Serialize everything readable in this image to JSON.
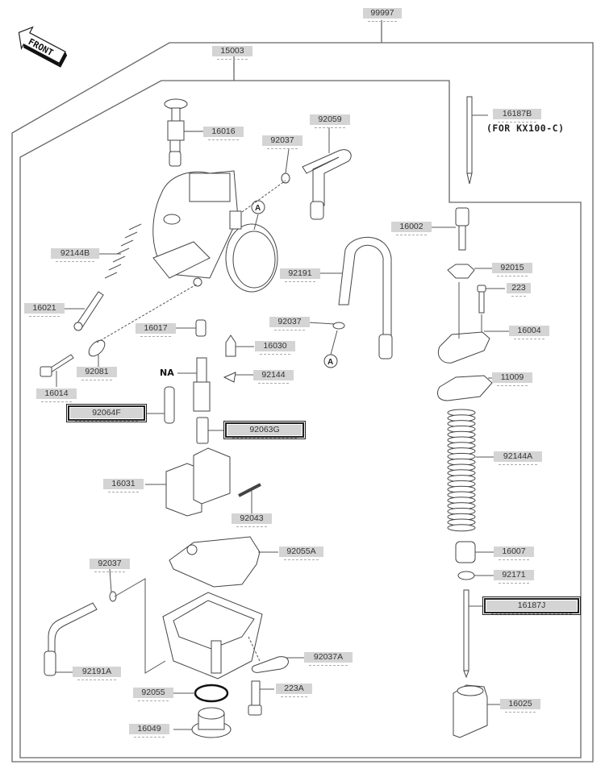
{
  "diagram": {
    "title": "Carburetor parts diagram",
    "front_marker": "FRONT",
    "frames": [
      {
        "id": "outer",
        "label": "99997"
      },
      {
        "id": "inner",
        "label": "15003"
      }
    ],
    "notes": {
      "kx100": "(FOR KX100-C)",
      "na": "NA",
      "ref_a": "A"
    },
    "labels": [
      {
        "key": "99997",
        "text": "99997",
        "boxed": false
      },
      {
        "key": "15003",
        "text": "15003",
        "boxed": false
      },
      {
        "key": "16016",
        "text": "16016",
        "boxed": false
      },
      {
        "key": "92059",
        "text": "92059",
        "boxed": false
      },
      {
        "key": "92037_top",
        "text": "92037",
        "boxed": false
      },
      {
        "key": "16187B",
        "text": "16187B",
        "boxed": false
      },
      {
        "key": "16002",
        "text": "16002",
        "boxed": false
      },
      {
        "key": "92144B",
        "text": "92144B",
        "boxed": false
      },
      {
        "key": "92191",
        "text": "92191",
        "boxed": false
      },
      {
        "key": "92015",
        "text": "92015",
        "boxed": false
      },
      {
        "key": "223",
        "text": "223",
        "boxed": false
      },
      {
        "key": "16021",
        "text": "16021",
        "boxed": false
      },
      {
        "key": "92037_mid",
        "text": "92037",
        "boxed": false
      },
      {
        "key": "16017",
        "text": "16017",
        "boxed": false
      },
      {
        "key": "16004",
        "text": "16004",
        "boxed": false
      },
      {
        "key": "16030",
        "text": "16030",
        "boxed": false
      },
      {
        "key": "92081",
        "text": "92081",
        "boxed": false
      },
      {
        "key": "92144",
        "text": "92144",
        "boxed": false
      },
      {
        "key": "11009",
        "text": "11009",
        "boxed": false
      },
      {
        "key": "16014",
        "text": "16014",
        "boxed": false
      },
      {
        "key": "92064F",
        "text": "92064F",
        "boxed": true
      },
      {
        "key": "92063G",
        "text": "92063G",
        "boxed": true
      },
      {
        "key": "92144A",
        "text": "92144A",
        "boxed": false
      },
      {
        "key": "16031",
        "text": "16031",
        "boxed": false
      },
      {
        "key": "92043",
        "text": "92043",
        "boxed": false
      },
      {
        "key": "92055A",
        "text": "92055A",
        "boxed": false
      },
      {
        "key": "16007",
        "text": "16007",
        "boxed": false
      },
      {
        "key": "92037_low",
        "text": "92037",
        "boxed": false
      },
      {
        "key": "92171",
        "text": "92171",
        "boxed": false
      },
      {
        "key": "16187J",
        "text": "16187J",
        "boxed": true
      },
      {
        "key": "92037A",
        "text": "92037A",
        "boxed": false
      },
      {
        "key": "92191A",
        "text": "92191A",
        "boxed": false
      },
      {
        "key": "92055",
        "text": "92055",
        "boxed": false
      },
      {
        "key": "223A",
        "text": "223A",
        "boxed": false
      },
      {
        "key": "16025",
        "text": "16025",
        "boxed": false
      },
      {
        "key": "16049",
        "text": "16049",
        "boxed": false
      }
    ]
  }
}
